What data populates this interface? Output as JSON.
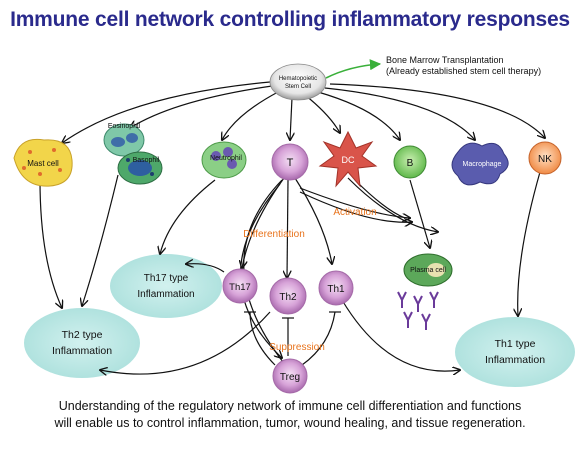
{
  "title": "Immune cell network controlling inflammatory responses",
  "hsc": {
    "line1": "Hematopoietic",
    "line2": "Stem Cell"
  },
  "bmt": {
    "line1": "Bone Marrow Transplantation",
    "line2": "(Already established stem cell therapy)"
  },
  "cells": {
    "mast": "Mast cell",
    "eosinophil": "Eosinophil",
    "basophil": "Basophil",
    "neutrophil": "Neutrophil",
    "t": "T",
    "dc": "DC",
    "b": "B",
    "macrophage": "Macrophage",
    "nk": "NK",
    "th17": "Th17",
    "th2": "Th2",
    "th1": "Th1",
    "treg": "Treg",
    "plasma": "Plasma cell"
  },
  "processes": {
    "activation": "Activation",
    "differentiation": "Differentiation",
    "suppression": "Suppression"
  },
  "inflammation": {
    "th17": {
      "line1": "Th17 type",
      "line2": "Inflammation"
    },
    "th2": {
      "line1": "Th2 type",
      "line2": "Inflammation"
    },
    "th1": {
      "line1": "Th1 type",
      "line2": "Inflammation"
    }
  },
  "caption": {
    "line1": "Understanding of the regulatory network of immune cell differentiation and functions",
    "line2": "will enable us to control inflammation, tumor, wound healing, and tissue regeneration."
  },
  "colors": {
    "title": "#2a2a8c",
    "process_label": "#e8731c",
    "inflammation_fill": "#b9e6e3",
    "t_cell": "#d7a3d8",
    "bmt_arrow": "#3ab03a"
  }
}
